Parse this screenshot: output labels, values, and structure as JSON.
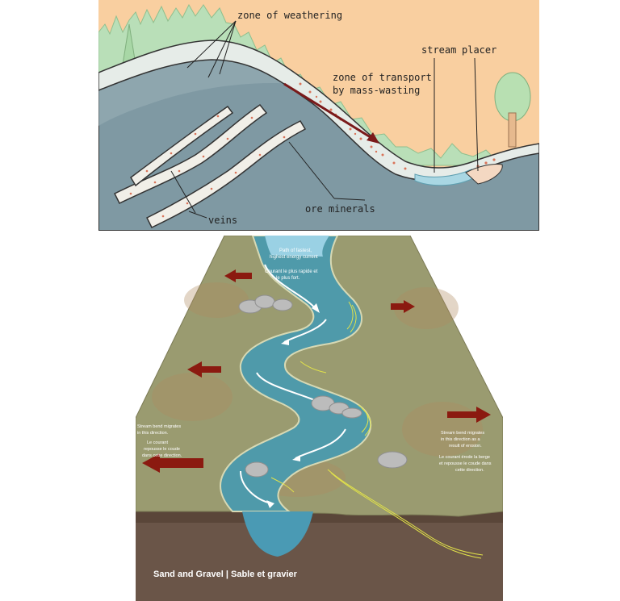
{
  "top_diagram": {
    "zone_weathering": "zone of weathering",
    "zone_transport_line1": "zone of transport",
    "zone_transport_line2": "by mass-wasting",
    "stream_label": "stream",
    "placer_label": "placer",
    "ore_minerals": "ore minerals",
    "veins": "veins",
    "colors": {
      "sky": "#f9cfa0",
      "trees": "#b9dfb8",
      "rock": "#7f99a3",
      "surface_band": "#e6ece8",
      "water": "#a9d7e3"
    }
  },
  "bottom_diagram": {
    "fastest_path_en_1": "Path of fastest,",
    "fastest_path_en_2": "highest energy current",
    "fastest_path_fr_1": "Courant le plus rapide et",
    "fastest_path_fr_2": "le plus fort.",
    "left_en_1": "Stream bend migrates",
    "left_en_2": "in this direction.",
    "left_fr_1": "Le courant",
    "left_fr_2": "repousse le coude",
    "left_fr_3": "dans cette direction.",
    "right_en_1": "Stream bend migrates",
    "right_en_2": "in this direction as a",
    "right_en_3": "result of erosion.",
    "right_fr_1": "Le courant érode la berge",
    "right_fr_2": "et repousse le coude dans",
    "right_fr_3": "cette direction.",
    "footer": "Sand and Gravel | Sable et gravier",
    "colors": {
      "land": "#9a9b70",
      "river": "#4f9aaa",
      "arrow": "#8b1a10",
      "earth": "#6a5548"
    }
  }
}
